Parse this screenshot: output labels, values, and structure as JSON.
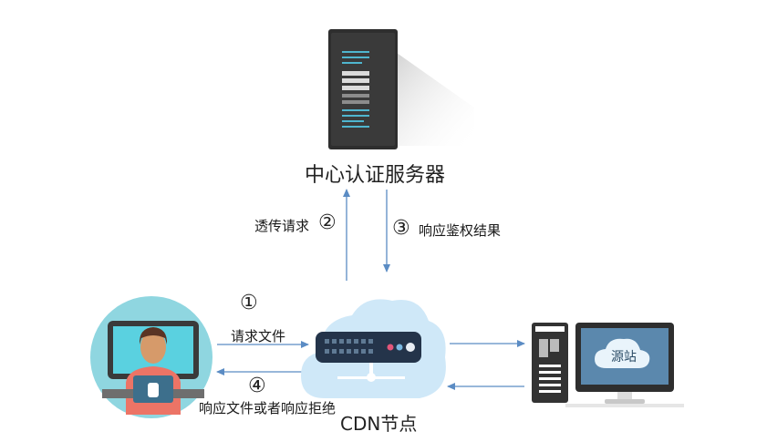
{
  "nodes": {
    "auth_server": {
      "label": "中心认证服务器"
    },
    "cdn": {
      "label": "CDN节点"
    },
    "origin": {
      "label": "源站"
    }
  },
  "steps": {
    "step1": {
      "number": "①",
      "label": "请求文件"
    },
    "step2": {
      "number": "②",
      "label": "透传请求"
    },
    "step3": {
      "number": "③",
      "label": "响应鉴权结果"
    },
    "step4": {
      "number": "④",
      "label": "响应文件或者响应拒绝"
    }
  },
  "colors": {
    "arrow": "#5b8cc4",
    "cloud": "#cfe8f8",
    "server_dark": "#2b2b2b",
    "accent_cyan": "#5ad1e0"
  }
}
